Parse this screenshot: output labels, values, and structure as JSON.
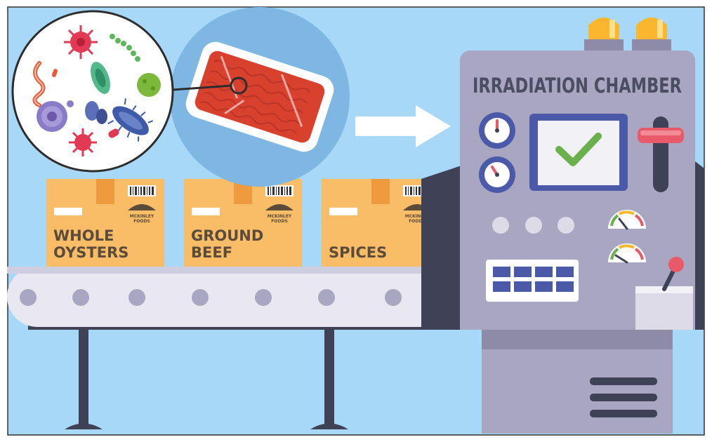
{
  "machine": {
    "title": "IRRADIATION CHAMBER",
    "screen_status_icon": "check-icon",
    "accent_light_color": "#fbb62f",
    "check_color": "#6ab04c",
    "handle_color": "#e85a6a"
  },
  "boxes": [
    {
      "line1": "WHOLE",
      "line2": "OYSTERS",
      "brand_line1": "MCKINLEY",
      "brand_line2": "FOODS"
    },
    {
      "line1": "GROUND",
      "line2": "BEEF",
      "brand_line1": "MCKINLEY",
      "brand_line2": "FOODS"
    },
    {
      "line1": "",
      "line2": "SPICES",
      "brand_line1": "MCKINLEY",
      "brand_line2": "FOODS"
    }
  ],
  "colors": {
    "sky": "#a8d8f8",
    "box": "#f8bd66",
    "machine": "#a9a6c1",
    "belt": "#e9e8f0",
    "meat": "#d9412f"
  }
}
